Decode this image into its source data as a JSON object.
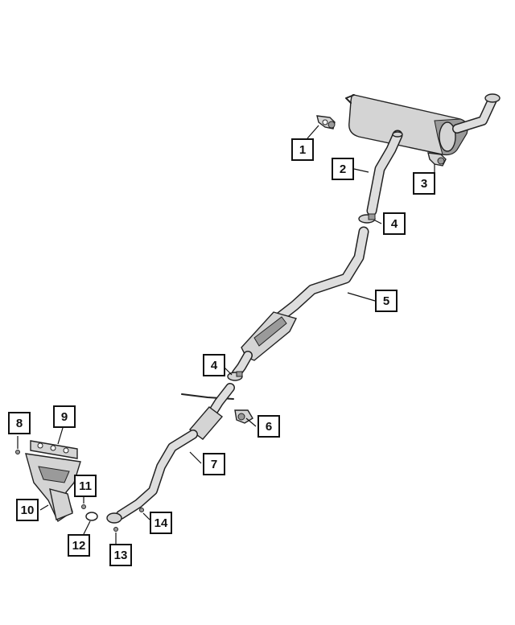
{
  "callouts": [
    {
      "id": "c1",
      "label": "1"
    },
    {
      "id": "c2",
      "label": "2"
    },
    {
      "id": "c3",
      "label": "3"
    },
    {
      "id": "c4a",
      "label": "4"
    },
    {
      "id": "c5",
      "label": "5"
    },
    {
      "id": "c4b",
      "label": "4"
    },
    {
      "id": "c6",
      "label": "6"
    },
    {
      "id": "c7",
      "label": "7"
    },
    {
      "id": "c8",
      "label": "8"
    },
    {
      "id": "c9",
      "label": "9"
    },
    {
      "id": "c10",
      "label": "10"
    },
    {
      "id": "c11",
      "label": "11"
    },
    {
      "id": "c12",
      "label": "12"
    },
    {
      "id": "c13",
      "label": "13"
    },
    {
      "id": "c14",
      "label": "14"
    }
  ]
}
